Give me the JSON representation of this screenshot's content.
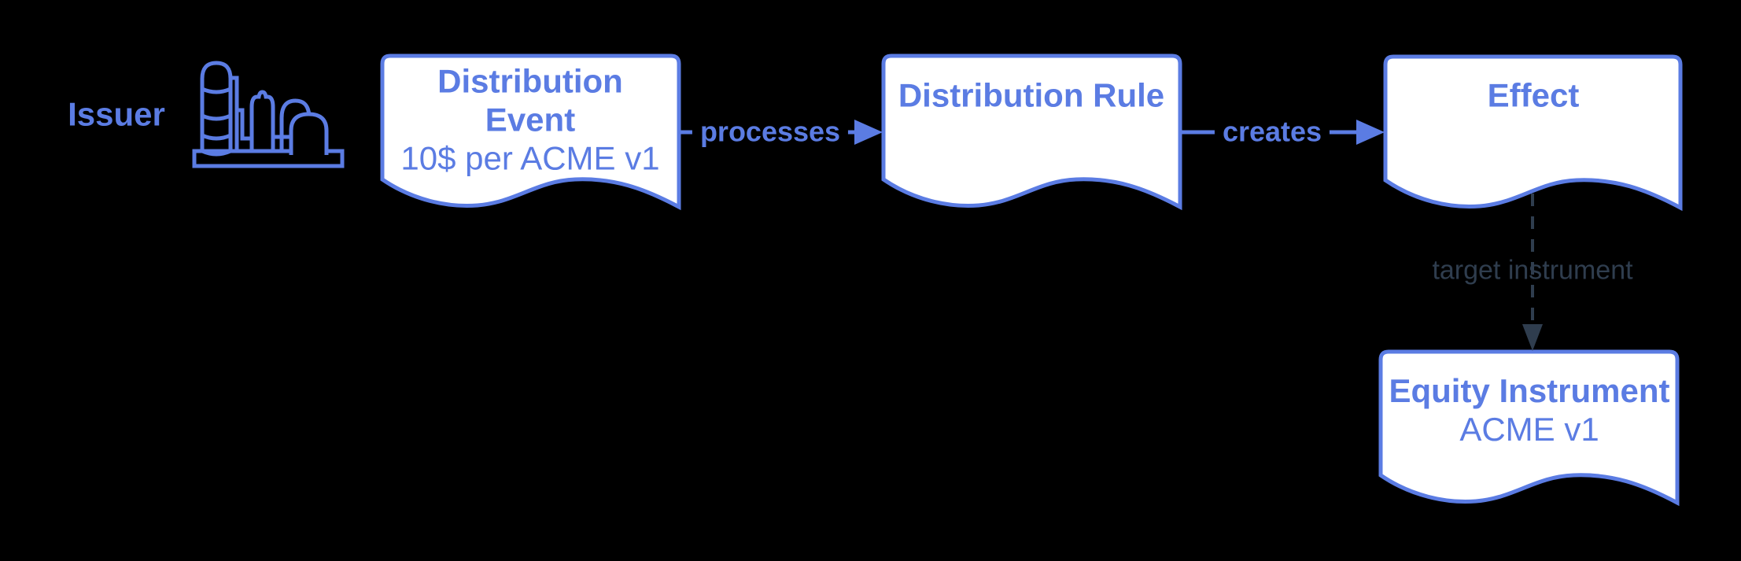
{
  "diagram": {
    "background": "#000000",
    "colors": {
      "accent_blue": "#5B7CE3",
      "node_fill": "#FFFFFF",
      "dark_slate": "#2F3D4E"
    },
    "actor": {
      "label": "Issuer",
      "icon": "factory-icon"
    },
    "nodes": [
      {
        "id": "distribution-event",
        "shape": "document",
        "title_line1": "Distribution",
        "title_line2": "Event",
        "subtitle": "10$ per ACME v1"
      },
      {
        "id": "distribution-rule",
        "shape": "document",
        "title": "Distribution Rule"
      },
      {
        "id": "effect",
        "shape": "document",
        "title": "Effect"
      },
      {
        "id": "equity-instrument",
        "shape": "document",
        "title": "Equity Instrument",
        "subtitle": "ACME v1"
      }
    ],
    "edges": [
      {
        "id": "processes",
        "label": "processes",
        "style": "solid",
        "from": "distribution-event",
        "to": "distribution-rule"
      },
      {
        "id": "creates",
        "label": "creates",
        "style": "solid",
        "from": "distribution-rule",
        "to": "effect"
      },
      {
        "id": "target-instrument",
        "label": "target instrument",
        "style": "dashed",
        "from": "effect",
        "to": "equity-instrument"
      }
    ]
  }
}
